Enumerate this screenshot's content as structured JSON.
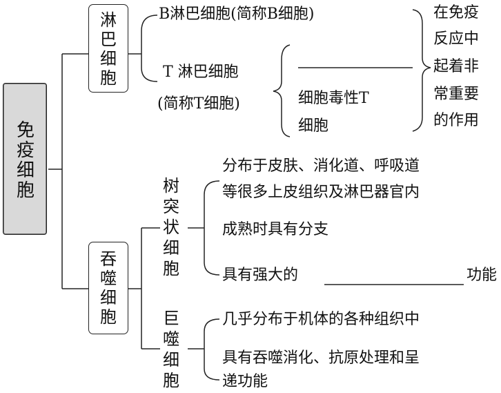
{
  "root": "免疫细胞",
  "lymphocyte": {
    "label": "淋巴细胞",
    "b_cell": "B淋巴细胞(简称B细胞)",
    "t_cell_line1": "T 淋巴细胞",
    "t_cell_line2": "(简称T细胞)",
    "t_sub_blank": "",
    "t_sub_cytotoxic_line1": "细胞毒性T",
    "t_sub_cytotoxic_line2": "细胞",
    "role": [
      "在免疫",
      "反应中",
      "起着非",
      "常重要",
      "的作用"
    ]
  },
  "phagocyte": {
    "label": "吞噬细胞",
    "dendritic": {
      "label": "树突状细胞",
      "items": [
        "分布于皮肤、消化道、呼吸道",
        "等很多上皮组织及淋巴器官内",
        "成熟时具有分支",
        "具有强大的",
        "功能"
      ]
    },
    "macrophage": {
      "label": "巨噬细胞",
      "items": [
        "几乎分布于机体的各种组织中",
        "具有吞噬消化、抗原处理和呈",
        "递功能"
      ]
    }
  }
}
